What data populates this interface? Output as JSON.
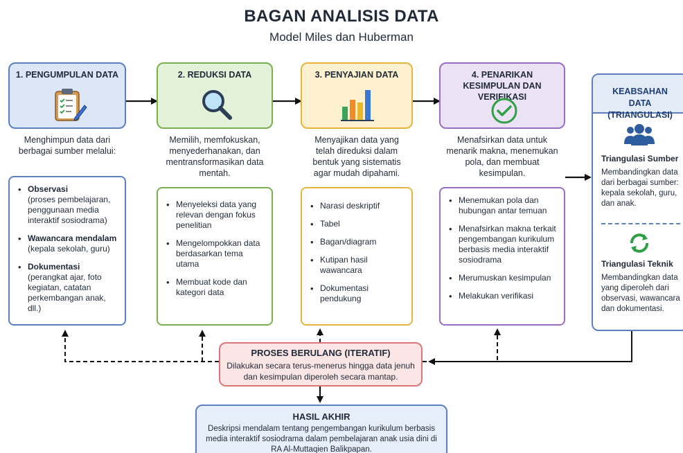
{
  "title": "BAGAN ANALISIS DATA",
  "subtitle": "Model Miles dan Huberman",
  "steps": [
    {
      "title": "1. PENGUMPULAN DATA",
      "icon": "clipboard-icon",
      "desc": "Menghimpun data dari berbagai sumber melalui:",
      "items": [
        {
          "bold": "Observasi",
          "sub": "(proses pembelajaran, penggunaan media interaktif sosiodrama)"
        },
        {
          "bold": "Wawancara mendalam",
          "sub": "(kepala sekolah, guru)"
        },
        {
          "bold": "Dokumentasi",
          "sub": "(perangkat ajar, foto kegiatan, catatan perkembangan anak, dll.)"
        }
      ]
    },
    {
      "title": "2. REDUKSI DATA",
      "icon": "magnifier-icon",
      "desc": "Memilih, memfokuskan, menyederhanakan, dan mentransformasikan data mentah.",
      "items": [
        "Menyeleksi data yang relevan dengan fokus penelitian",
        "Mengelompokkan data berdasarkan tema utama",
        "Membuat kode dan kategori data"
      ]
    },
    {
      "title": "3. PENYAJIAN DATA",
      "icon": "bar-chart-icon",
      "desc": "Menyajikan data yang telah direduksi dalam bentuk yang sistematis agar mudah dipahami.",
      "items": [
        "Narasi deskriptif",
        "Tabel",
        "Bagan/diagram",
        "Kutipan hasil wawancara",
        "Dokumentasi pendukung"
      ]
    },
    {
      "title": "4. PENARIKAN KESIMPULAN DAN VERIFIKASI",
      "icon": "check-circle-icon",
      "desc": "Menafsirkan data untuk menarik makna, menemukan pola, dan membuat kesimpulan.",
      "items": [
        "Menemukan pola dan hubungan antar temuan",
        "Menafsirkan makna terkait pengembangan kurikulum berbasis media interaktif sosiodrama",
        "Merumuskan kesimpulan",
        "Melakukan verifikasi"
      ]
    }
  ],
  "validity": {
    "title": "KEABSAHAN DATA (TRIANGULASI)",
    "source_title": "Triangulasi Sumber",
    "source_text": "Membandingkan data dari berbagai sumber: kepala sekolah, guru, dan anak.",
    "technique_title": "Triangulasi Teknik",
    "technique_text": "Membandingkan data yang diperoleh dari observasi, wawancara dan dokumentasi."
  },
  "iterative": {
    "title": "PROSES BERULANG (ITERATIF)",
    "text": "Dilakukan secara terus-menerus hingga data jenuh dan kesimpulan diperoleh secara mantap."
  },
  "final": {
    "title": "HASIL AKHIR",
    "text": "Deskripsi mendalam tentang pengembangan kurikulum berbasis media interaktif sosiodrama dalam pembelajaran anak usia dini di RA Al-Muttaqien Balikpapan."
  },
  "colors": {
    "step1": "#dbe7f6",
    "step2": "#e3f1d9",
    "step3": "#fdf1cf",
    "step4": "#ece2f6",
    "iterative": "#fbe5e5",
    "final": "#e6eef9"
  }
}
